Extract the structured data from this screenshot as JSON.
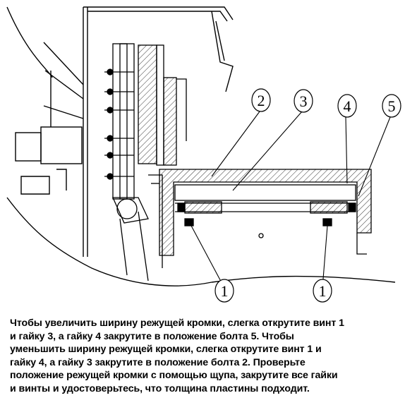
{
  "callouts": {
    "c1a": "1",
    "c1b": "1",
    "c2": "2",
    "c3": "3",
    "c4": "4",
    "c5": "5"
  },
  "caption": {
    "lines": [
      "Чтобы увеличить ширину режущей кромки, слегка открутите винт 1",
      "и гайку 3, а гайку 4 закрутите в положение болта 5. Чтобы",
      "уменьшить ширину режущей кромки, слегка открутите винт 1 и",
      "гайку 4, а гайку 3 закрутите в положение болта 2. Проверьте",
      "положение режущей кромки с помощью щупа, закрутите все гайки",
      "и винты и удостоверьтесь, что толщина пластины подходит."
    ]
  }
}
